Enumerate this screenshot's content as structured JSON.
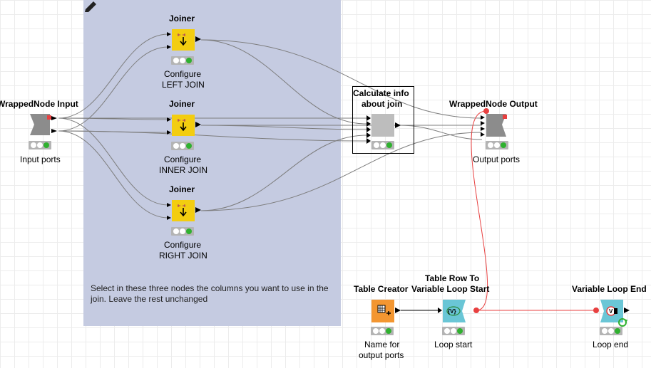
{
  "annotation": {
    "text": "Select in these three nodes the columns you want to use in the join. Leave the rest unchanged",
    "background": "#c5cbe1"
  },
  "colors": {
    "joiner": "#f3cd10",
    "wrapped_node": "#8c8c8c",
    "calc_node": "#bdbdbd",
    "source": "#f39631",
    "loop": "#6ac6d6",
    "variable_connection": "#e84040",
    "status_ok": "#2fb12f"
  },
  "nodes": {
    "wrapped_input": {
      "title": "WrappedNode Input",
      "label": "Input ports",
      "icon": "wrapped-input-icon"
    },
    "joiner_left": {
      "title": "Joiner",
      "label_line1": "Configure",
      "label_line2": "LEFT JOIN",
      "icon": "joiner-icon"
    },
    "joiner_inner": {
      "title": "Joiner",
      "label_line1": "Configure",
      "label_line2": "INNER JOIN",
      "icon": "joiner-icon"
    },
    "joiner_right": {
      "title": "Joiner",
      "label_line1": "Configure",
      "label_line2": "RIGHT JOIN",
      "icon": "joiner-icon"
    },
    "calc_info": {
      "title_line1": "Calculate info",
      "title_line2": "about join",
      "icon": "metanode-icon"
    },
    "wrapped_output": {
      "title": "WrappedNode Output",
      "label": "Output ports",
      "icon": "wrapped-output-icon"
    },
    "table_creator": {
      "title": "Table Creator",
      "label_line1": "Name for",
      "label_line2": "output ports",
      "icon": "table-creator-icon"
    },
    "table_row_to_var": {
      "title_line1": "Table Row To",
      "title_line2": "Variable Loop Start",
      "label": "Loop start",
      "icon": "loop-start-icon"
    },
    "var_loop_end": {
      "title": "Variable Loop End",
      "label": "Loop end",
      "icon": "loop-end-icon"
    }
  }
}
